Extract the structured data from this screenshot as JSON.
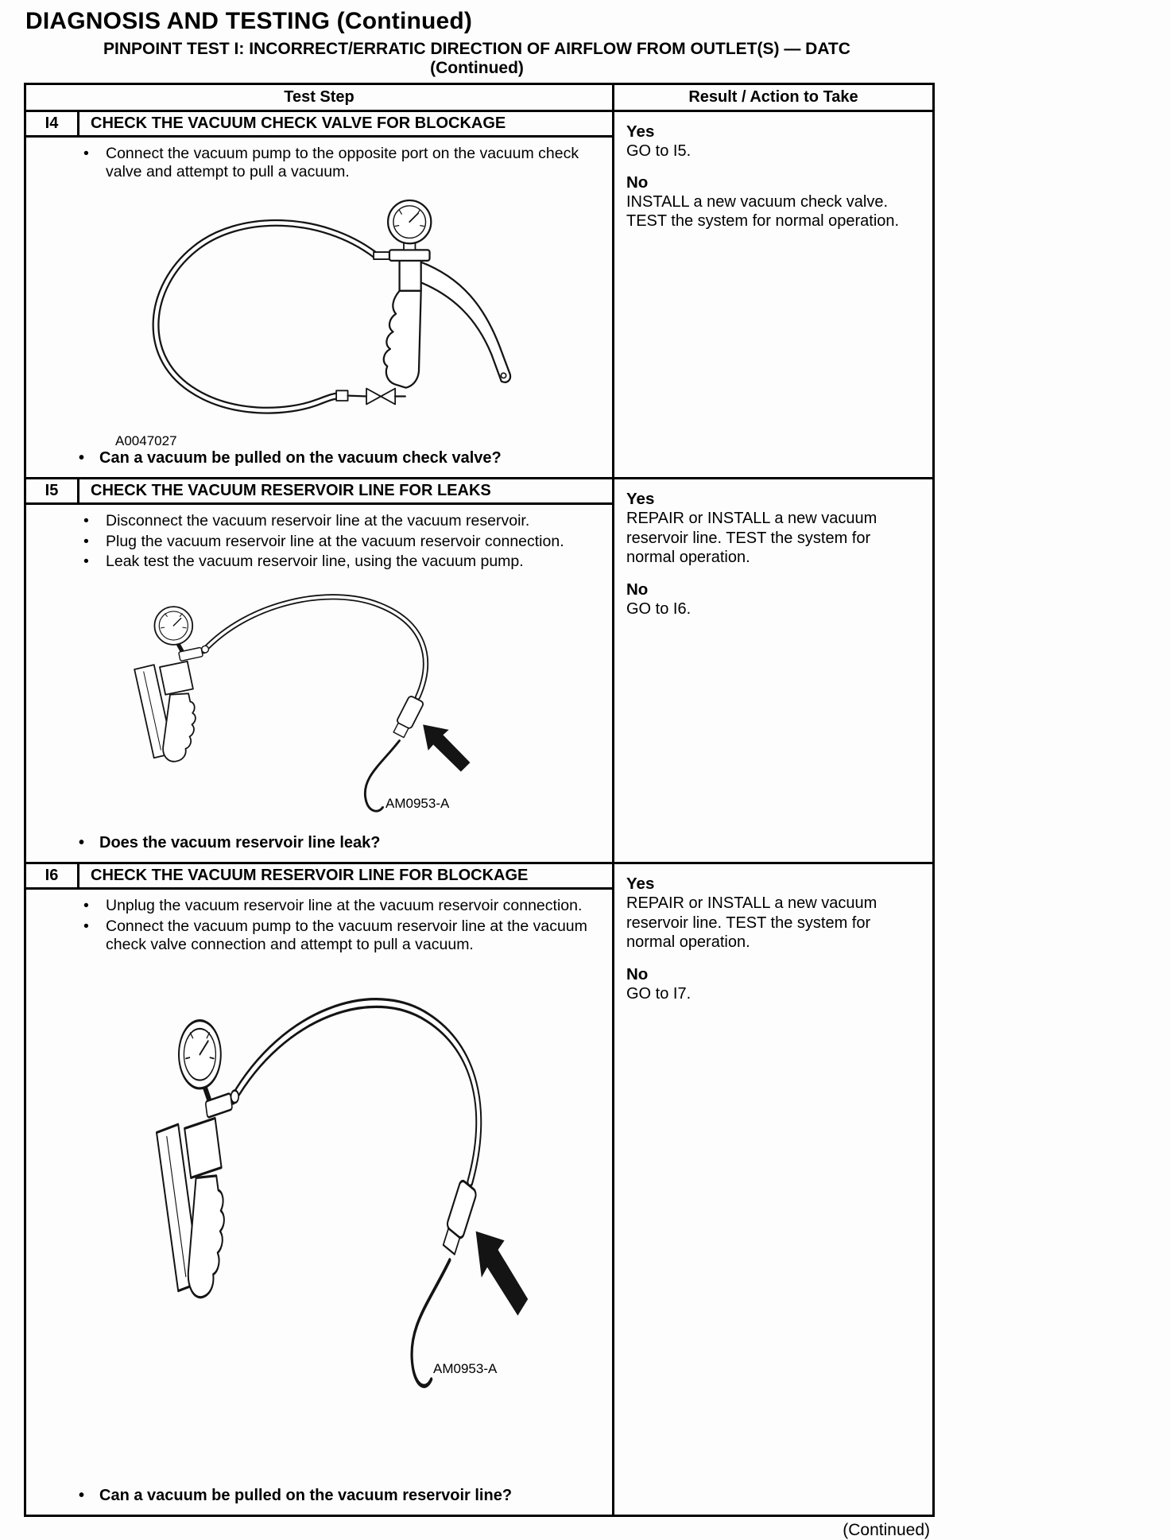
{
  "page": {
    "title": "DIAGNOSIS AND TESTING (Continued)",
    "subtitle": "PINPOINT TEST I: INCORRECT/ERRATIC DIRECTION OF AIRFLOW FROM OUTLET(S) — DATC",
    "subtitle_continued": "(Continued)",
    "footer_continued": "(Continued)"
  },
  "table": {
    "header": {
      "test_step": "Test Step",
      "result": "Result / Action to Take"
    },
    "rows": [
      {
        "id": "I4",
        "title": "CHECK THE VACUUM CHECK VALVE FOR BLOCKAGE",
        "bullets": [
          "Connect the vacuum pump to the opposite port on the vacuum check valve and attempt to pull a vacuum."
        ],
        "figure_label": "A0047027",
        "question": "Can a vacuum be pulled on the vacuum check valve?",
        "yes_label": "Yes",
        "yes_action": "GO to I5.",
        "no_label": "No",
        "no_action": "INSTALL a new vacuum check valve. TEST the system for normal operation."
      },
      {
        "id": "I5",
        "title": "CHECK THE VACUUM RESERVOIR LINE FOR LEAKS",
        "bullets": [
          "Disconnect the vacuum reservoir line at the vacuum reservoir.",
          "Plug the vacuum reservoir line at the vacuum reservoir connection.",
          "Leak test the vacuum reservoir line, using the vacuum pump."
        ],
        "figure_label": "AM0953-A",
        "question": "Does the vacuum reservoir line leak?",
        "yes_label": "Yes",
        "yes_action": "REPAIR or INSTALL a new vacuum reservoir line. TEST the system for normal operation.",
        "no_label": "No",
        "no_action": "GO to I6."
      },
      {
        "id": "I6",
        "title": "CHECK THE VACUUM RESERVOIR LINE FOR BLOCKAGE",
        "bullets": [
          "Unplug the vacuum reservoir line at the vacuum reservoir connection.",
          "Connect the vacuum pump to the vacuum reservoir line at the vacuum check valve connection and attempt to pull a vacuum."
        ],
        "figure_label": "AM0953-A",
        "question": "Can a vacuum be pulled on the vacuum reservoir line?",
        "yes_label": "Yes",
        "yes_action": "REPAIR or INSTALL a new vacuum reservoir line. TEST the system for normal operation.",
        "no_label": "No",
        "no_action": "GO to I7."
      }
    ]
  }
}
